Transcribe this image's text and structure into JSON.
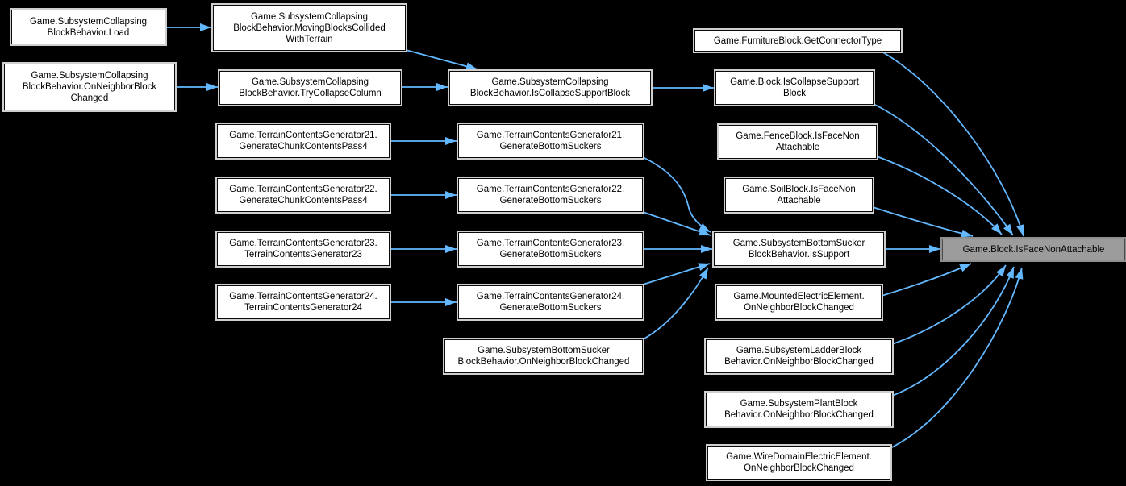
{
  "diagram": {
    "type": "call-graph",
    "background_color": "#000000",
    "edge_color": "#63b8ff",
    "node_fill_color": "#ffffff",
    "node_border_color": "#0a0a0a",
    "node_frame_color": "#cfcfcf",
    "highlight_fill_color": "#9c9c9c",
    "highlight_border_color": "#4a4a4a",
    "nodes": [
      {
        "id": "load",
        "label": [
          "Game.SubsystemCollapsing",
          "BlockBehavior.Load"
        ],
        "highlighted": false
      },
      {
        "id": "onbc",
        "label": [
          "Game.SubsystemCollapsing",
          "BlockBehavior.OnNeighborBlock",
          "Changed"
        ],
        "highlighted": false
      },
      {
        "id": "moving",
        "label": [
          "Game.SubsystemCollapsing",
          "BlockBehavior.MovingBlocksCollided",
          "WithTerrain"
        ],
        "highlighted": false
      },
      {
        "id": "trycollapse",
        "label": [
          "Game.SubsystemCollapsing",
          "BlockBehavior.TryCollapseColumn"
        ],
        "highlighted": false
      },
      {
        "id": "tcg21pass4",
        "label": [
          "Game.TerrainContentsGenerator21.",
          "GenerateChunkContentsPass4"
        ],
        "highlighted": false
      },
      {
        "id": "tcg22pass4",
        "label": [
          "Game.TerrainContentsGenerator22.",
          "GenerateChunkContentsPass4"
        ],
        "highlighted": false
      },
      {
        "id": "tcg23ctor",
        "label": [
          "Game.TerrainContentsGenerator23.",
          "TerrainContentsGenerator23"
        ],
        "highlighted": false
      },
      {
        "id": "tcg24ctor",
        "label": [
          "Game.TerrainContentsGenerator24.",
          "TerrainContentsGenerator24"
        ],
        "highlighted": false
      },
      {
        "id": "iscsb",
        "label": [
          "Game.SubsystemCollapsing",
          "BlockBehavior.IsCollapseSupportBlock"
        ],
        "highlighted": false
      },
      {
        "id": "tcg21bs",
        "label": [
          "Game.TerrainContentsGenerator21.",
          "GenerateBottomSuckers"
        ],
        "highlighted": false
      },
      {
        "id": "tcg22bs",
        "label": [
          "Game.TerrainContentsGenerator22.",
          "GenerateBottomSuckers"
        ],
        "highlighted": false
      },
      {
        "id": "tcg23bs",
        "label": [
          "Game.TerrainContentsGenerator23.",
          "GenerateBottomSuckers"
        ],
        "highlighted": false
      },
      {
        "id": "tcg24bs",
        "label": [
          "Game.TerrainContentsGenerator24.",
          "GenerateBottomSuckers"
        ],
        "highlighted": false
      },
      {
        "id": "bsonbc",
        "label": [
          "Game.SubsystemBottomSucker",
          "BlockBehavior.OnNeighborBlockChanged"
        ],
        "highlighted": false
      },
      {
        "id": "furniture",
        "label": [
          "Game.FurnitureBlock.GetConnectorType"
        ],
        "highlighted": false
      },
      {
        "id": "blockiscsb",
        "label": [
          "Game.Block.IsCollapseSupport",
          "Block"
        ],
        "highlighted": false
      },
      {
        "id": "fence",
        "label": [
          "Game.FenceBlock.IsFaceNon",
          "Attachable"
        ],
        "highlighted": false
      },
      {
        "id": "soil",
        "label": [
          "Game.SoilBlock.IsFaceNon",
          "Attachable"
        ],
        "highlighted": false
      },
      {
        "id": "issupport",
        "label": [
          "Game.SubsystemBottomSucker",
          "BlockBehavior.IsSupport"
        ],
        "highlighted": false
      },
      {
        "id": "mounted",
        "label": [
          "Game.MountedElectricElement.",
          "OnNeighborBlockChanged"
        ],
        "highlighted": false
      },
      {
        "id": "ladder",
        "label": [
          "Game.SubsystemLadderBlock",
          "Behavior.OnNeighborBlockChanged"
        ],
        "highlighted": false
      },
      {
        "id": "plant",
        "label": [
          "Game.SubsystemPlantBlock",
          "Behavior.OnNeighborBlockChanged"
        ],
        "highlighted": false
      },
      {
        "id": "wire",
        "label": [
          "Game.WireDomainElectricElement.",
          "OnNeighborBlockChanged"
        ],
        "highlighted": false
      },
      {
        "id": "target",
        "label": [
          "Game.Block.IsFaceNonAttachable"
        ],
        "highlighted": true
      }
    ],
    "edges": [
      {
        "from": "load",
        "to": "moving"
      },
      {
        "from": "onbc",
        "to": "trycollapse"
      },
      {
        "from": "moving",
        "to": "iscsb"
      },
      {
        "from": "trycollapse",
        "to": "iscsb"
      },
      {
        "from": "iscsb",
        "to": "blockiscsb"
      },
      {
        "from": "tcg21pass4",
        "to": "tcg21bs"
      },
      {
        "from": "tcg22pass4",
        "to": "tcg22bs"
      },
      {
        "from": "tcg23ctor",
        "to": "tcg23bs"
      },
      {
        "from": "tcg24ctor",
        "to": "tcg24bs"
      },
      {
        "from": "tcg21bs",
        "to": "issupport"
      },
      {
        "from": "tcg22bs",
        "to": "issupport"
      },
      {
        "from": "tcg23bs",
        "to": "issupport"
      },
      {
        "from": "tcg24bs",
        "to": "issupport"
      },
      {
        "from": "bsonbc",
        "to": "issupport"
      },
      {
        "from": "issupport",
        "to": "target"
      },
      {
        "from": "furniture",
        "to": "target"
      },
      {
        "from": "blockiscsb",
        "to": "target"
      },
      {
        "from": "fence",
        "to": "target"
      },
      {
        "from": "soil",
        "to": "target"
      },
      {
        "from": "mounted",
        "to": "target"
      },
      {
        "from": "ladder",
        "to": "target"
      },
      {
        "from": "plant",
        "to": "target"
      },
      {
        "from": "wire",
        "to": "target"
      }
    ]
  }
}
